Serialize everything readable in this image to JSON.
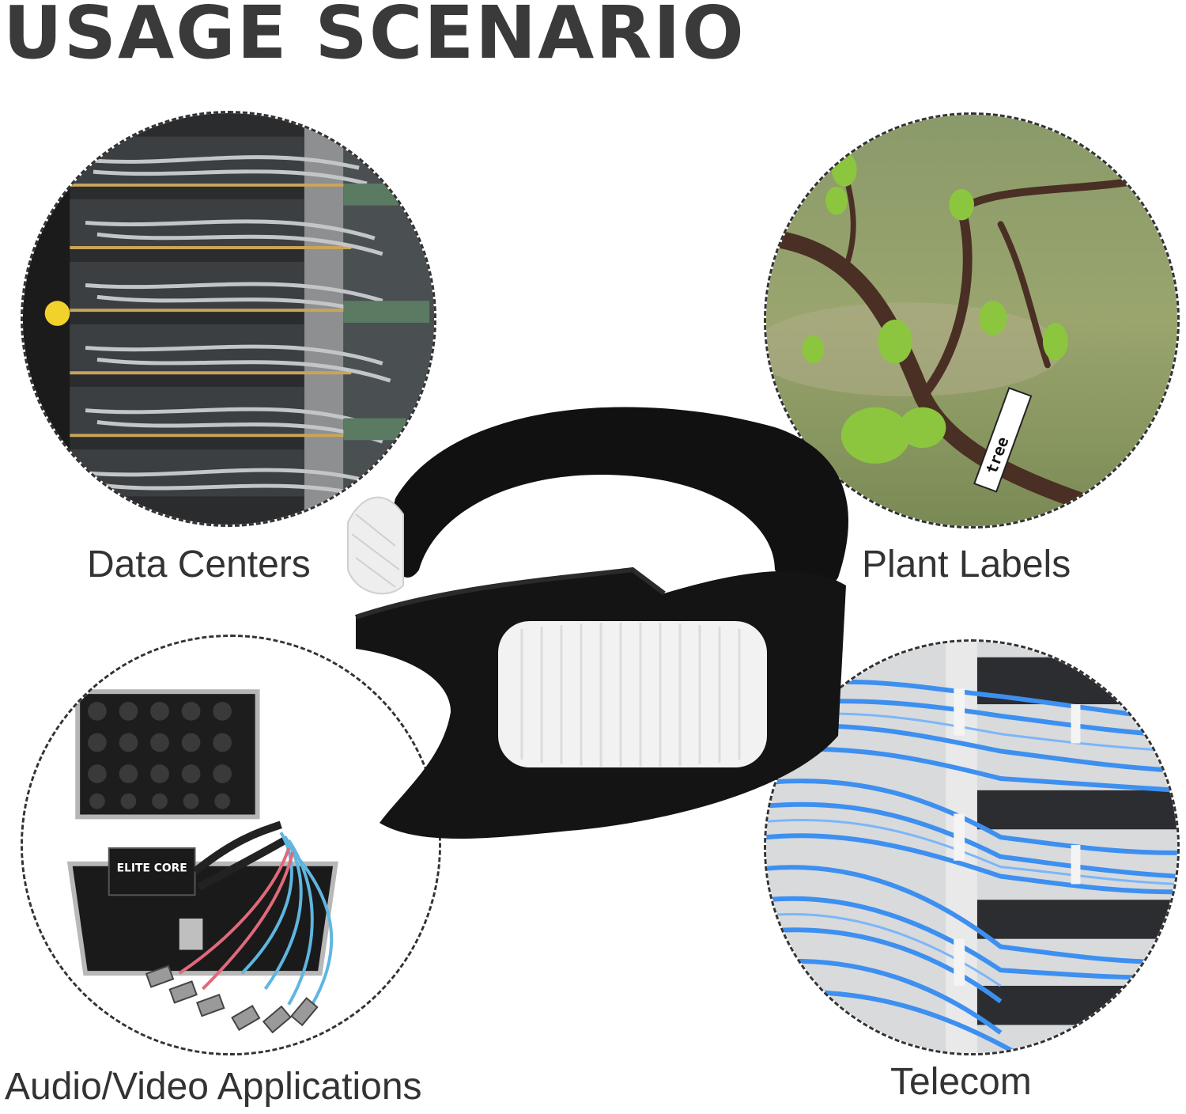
{
  "title": "USAGE SCENARIO",
  "scenarios": [
    {
      "label": "Data Centers",
      "icon": "patch-panel-photo"
    },
    {
      "label": "Plant Labels",
      "icon": "tree-branch-photo",
      "tag_text": "tree"
    },
    {
      "label": "Audio/Video Applications",
      "icon": "audio-case-photo",
      "brand_text": "ELITE CORE"
    },
    {
      "label": "Telecom",
      "icon": "blue-cables-photo"
    }
  ],
  "product": {
    "icon": "hook-loop-strap-icon"
  },
  "colors": {
    "title": "#3a3a3a",
    "label": "#333333",
    "strap": "#111111",
    "hook": "#f2f2f2",
    "telecom_cable": "#3d8ff0",
    "leaf": "#8cc63f"
  }
}
